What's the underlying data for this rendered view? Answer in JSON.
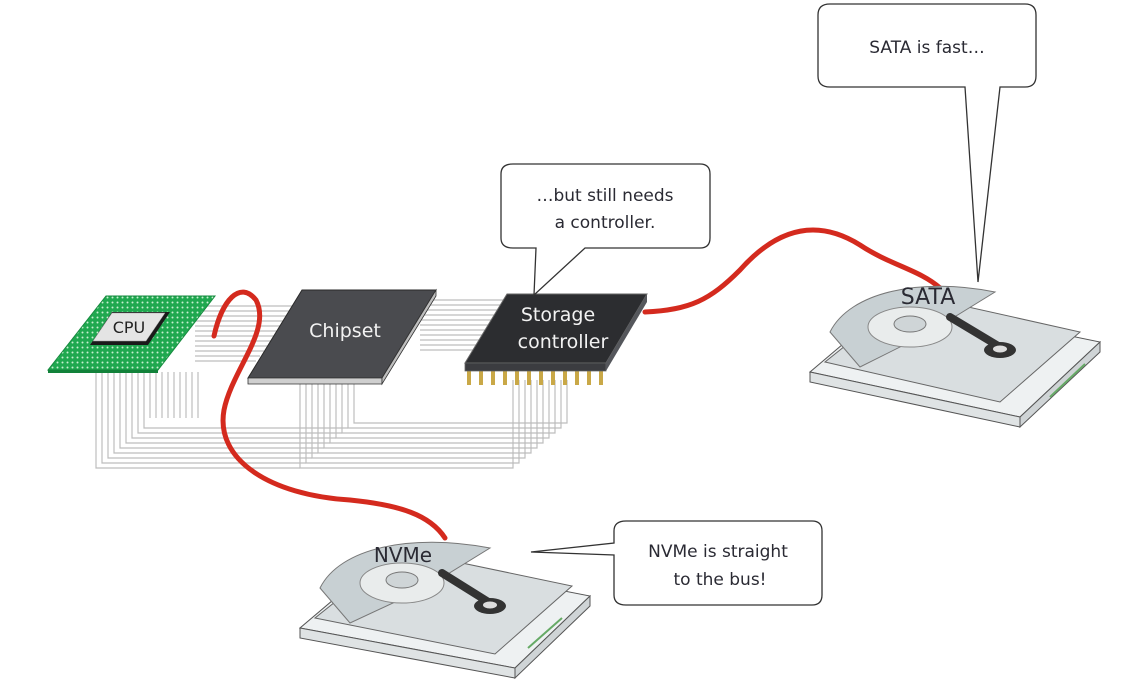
{
  "components": {
    "cpu": {
      "label": "CPU",
      "board_color": "#1fa84f",
      "die_color": "#e4e4e4"
    },
    "chipset": {
      "label": "Chipset",
      "color": "#4a4b4f"
    },
    "storage_controller": {
      "label_line1": "Storage",
      "label_line2": "controller",
      "color": "#2c2d30",
      "pin_color": "#c9a847"
    },
    "sata_drive": {
      "label": "SATA"
    },
    "nvme_drive": {
      "label": "NVMe"
    }
  },
  "callouts": {
    "sata": {
      "text": "SATA is fast…"
    },
    "controller": {
      "line1": "…but still needs",
      "line2": "a controller."
    },
    "nvme": {
      "line1": "NVMe is straight",
      "line2": "to the bus!"
    }
  },
  "colors": {
    "cable": "#d42a1e",
    "bus_trace": "#b8b8b8",
    "text_dark": "#2a2a33"
  }
}
